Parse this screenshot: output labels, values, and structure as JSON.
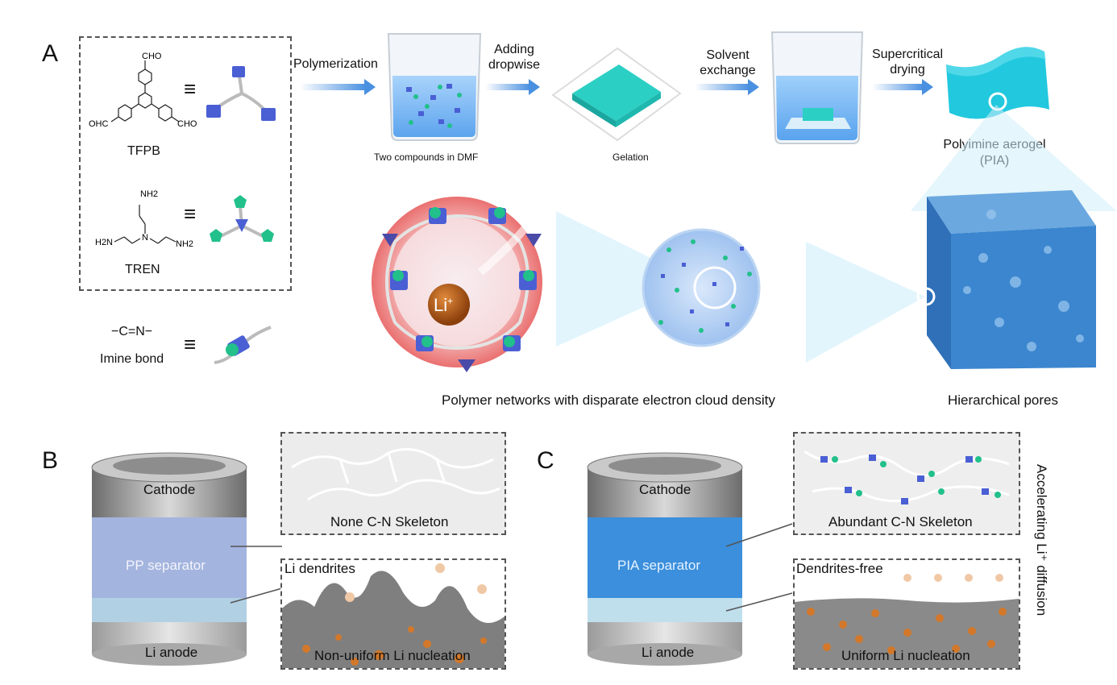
{
  "panels": {
    "a": "A",
    "b": "B",
    "c": "C"
  },
  "monomers": {
    "tfpb_name": "TFPB",
    "tren_name": "TREN",
    "cho": "CHO",
    "ohc": "OHC",
    "nh2": "NH2",
    "h2n": "H2N",
    "n": "N",
    "imine_formula": "−C=N−",
    "imine_name": "Imine bond",
    "equiv": "≡"
  },
  "process": {
    "polymerization": "Polymerization",
    "adding": "Adding",
    "dropwise": "dropwise",
    "solvent": "Solvent",
    "exchange": "exchange",
    "supercritical": "Supercritical",
    "drying": "drying",
    "two_compounds": "Two compounds in DMF",
    "gelation": "Gelation",
    "aerogel_line1": "Polyimine aerogel",
    "aerogel_line2": "(PIA)"
  },
  "network": {
    "li_ion": "Li",
    "li_sup": "+",
    "caption": "Polymer networks with disparate electron cloud density",
    "pores": "Hierarchical pores"
  },
  "panel_b": {
    "cathode": "Cathode",
    "separator": "PP separator",
    "anode": "Li anode",
    "skeleton": "None C-N Skeleton",
    "dendrites": "Li dendrites",
    "nucleation": "Non-uniform Li nucleation"
  },
  "panel_c": {
    "cathode": "Cathode",
    "separator": "PIA separator",
    "anode": "Li anode",
    "skeleton": "Abundant C-N Skeleton",
    "dendrites": "Dendrites-free",
    "nucleation": "Uniform Li nucleation",
    "side_label": "Accelerating Li⁺ diffusion"
  },
  "colors": {
    "arrow_blue": "#4a90e0",
    "liquid_blue": "#6aaef0",
    "gel_cyan": "#2ccfc4",
    "node_blue": "#4a5fd4",
    "node_green": "#22c08a",
    "li_orange": "#c8651d",
    "metal_gray": "#9a9a9a"
  }
}
